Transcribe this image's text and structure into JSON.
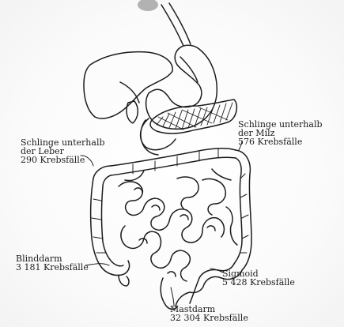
{
  "labels": {
    "leber": {
      "line1": "Schlinge unterhalb",
      "line2": "der Leber",
      "line3": "290  Krebsfälle"
    },
    "milz": {
      "line1": "Schlinge unterhalb",
      "line2": "der Milz",
      "line3": "576  Krebsfälle"
    },
    "blind": {
      "line1": "Blinddarm",
      "line2": "3 181  Krebsfälle"
    },
    "sigmoid": {
      "line1": "Sigmoid",
      "line2": "5 428  Krebsfälle"
    },
    "mast": {
      "line1": "Mastdarm",
      "line2": "32 304  Krebsfälle"
    }
  },
  "colors": {
    "ink": "#1c1c1c",
    "paper": "#ffffff"
  }
}
